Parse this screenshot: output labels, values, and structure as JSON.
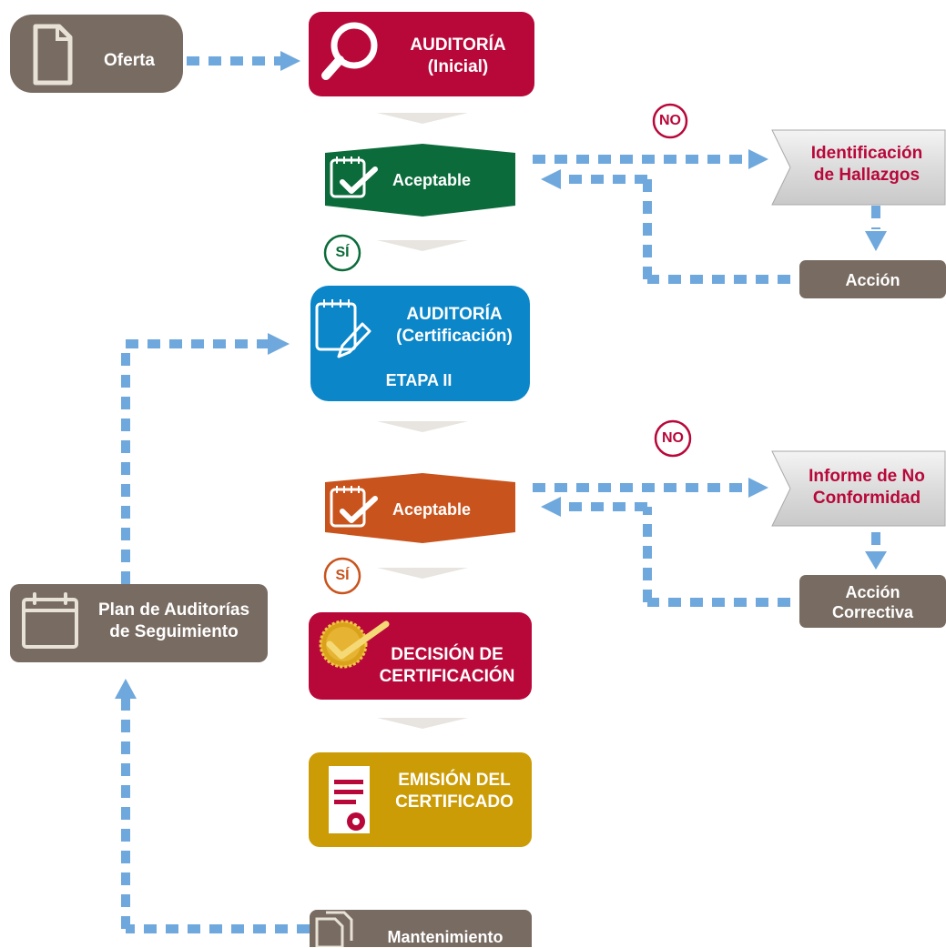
{
  "nodes": {
    "oferta": {
      "label": "Oferta"
    },
    "auditoria_inicial": {
      "line1": "AUDITORÍA",
      "line2": "(Inicial)"
    },
    "aceptable_1": {
      "label": "Aceptable"
    },
    "identificacion": {
      "line1": "Identificación",
      "line2": "de Hallazgos"
    },
    "accion": {
      "label": "Acción"
    },
    "auditoria_cert": {
      "line1": "AUDITORÍA",
      "line2": "(Certificación)",
      "line3": "ETAPA II"
    },
    "aceptable_2": {
      "label": "Aceptable"
    },
    "informe": {
      "line1": "Informe de No",
      "line2": "Conformidad"
    },
    "accion_correctiva": {
      "line1": "Acción",
      "line2": "Correctiva"
    },
    "plan": {
      "line1": "Plan de Auditorías",
      "line2": "de Seguimiento"
    },
    "decision": {
      "line1": "DECISIÓN DE",
      "line2": "CERTIFICACIÓN"
    },
    "emision": {
      "line1": "EMISIÓN DEL",
      "line2": "CERTIFICADO"
    },
    "mantenimiento": {
      "label": "Mantenimiento"
    }
  },
  "decisions": {
    "no_1": "NO",
    "si_1": "SÍ",
    "no_2": "NO",
    "si_2": "SÍ"
  },
  "colors": {
    "gray": "#786b61",
    "maroon": "#b8083a",
    "green": "#0b6b3a",
    "blue": "#0a86c9",
    "orange": "#c9531c",
    "gold": "#cc9c06",
    "light_gray_arrow": "#e8e5e0",
    "dotted_line": "#6fa8dc"
  }
}
